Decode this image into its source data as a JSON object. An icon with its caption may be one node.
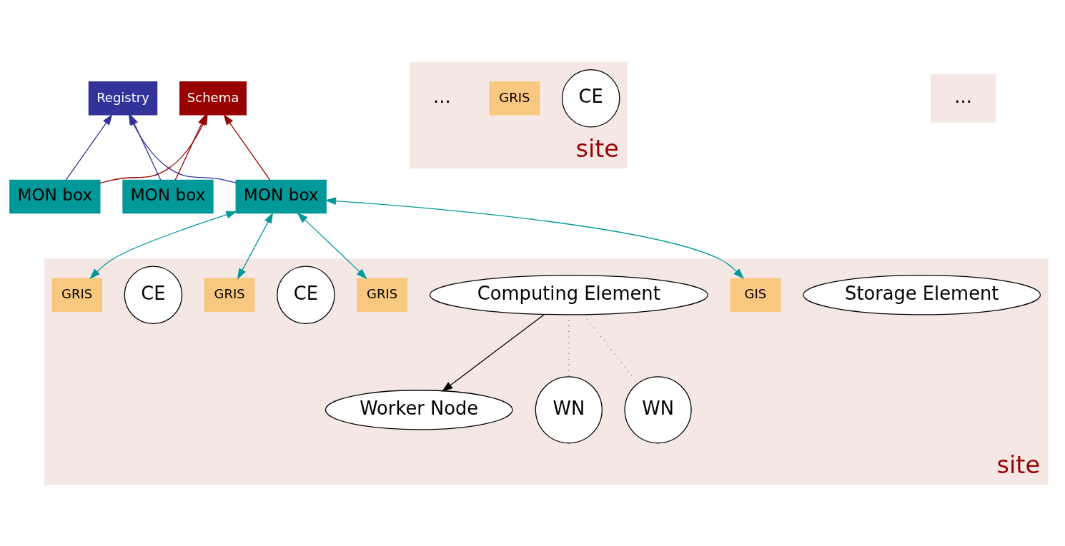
{
  "diagram": {
    "nodes": [
      {
        "text": [
          "Registry"
        ]
      },
      {
        "text": [
          "Schema"
        ]
      },
      {
        "text": [
          "site"
        ]
      },
      {
        "text": [
          "MON box"
        ]
      },
      {
        "text": [
          "Storage Element"
        ],
        "in": 2
      },
      {
        "text": [
          "GIS"
        ],
        "in": 2
      },
      {
        "text": [
          "Computing Element"
        ],
        "in": 2
      },
      {
        "text": [
          "GRIS"
        ],
        "in": 2
      },
      {
        "text": [
          "CE"
        ],
        "in": 2
      },
      {
        "text": [
          "GRIS"
        ],
        "in": 2
      },
      {
        "text": [
          "CE"
        ],
        "in": 2
      },
      {
        "text": [
          "GRIS"
        ],
        "in": 2
      },
      {
        "text": [
          "Worker Node"
        ],
        "in": 2
      },
      {
        "text": [
          "WN"
        ],
        "in": 2
      },
      {
        "text": [
          "WN"
        ],
        "in": 2
      },
      {
        "text": [
          "site"
        ]
      },
      {
        "text": [
          "MON box"
        ]
      },
      {
        "text": [
          "CE"
        ],
        "in": 15
      },
      {
        "text": [
          "GRIS"
        ],
        "in": 15
      },
      {
        "text": [],
        "shape": "box"
      },
      {
        "text": [
          "MON box"
        ]
      }
    ],
    "edges": [
      {
        "from": 3,
        "to": 0,
        "arrow": "to",
        "color": "#333399"
      },
      {
        "from": 3,
        "to": 1,
        "arrow": "to",
        "color": "#990000"
      },
      {
        "from": 16,
        "to": 0,
        "arrow": "to",
        "color": "#333399"
      },
      {
        "from": 16,
        "to": 1,
        "arrow": "to",
        "color": "#990000"
      },
      {
        "from": 20,
        "to": 0,
        "arrow": "to",
        "color": "#333399"
      },
      {
        "from": 20,
        "to": 1,
        "arrow": "to",
        "color": "#990000"
      },
      {
        "from": 3,
        "to": 5,
        "arrow": "both",
        "color": "#009999"
      },
      {
        "from": 3,
        "to": 7,
        "arrow": "both",
        "color": "#009999"
      },
      {
        "from": 3,
        "to": 9,
        "arrow": "both",
        "color": "#009999"
      },
      {
        "from": 3,
        "to": 11,
        "arrow": "both",
        "color": "#009999"
      },
      {
        "from": 6,
        "to": 12,
        "arrow": "to",
        "color": "#000000"
      },
      {
        "from": 6,
        "to": 13,
        "arrow": "none",
        "style": "dashed",
        "color": "#808080"
      },
      {
        "from": 6,
        "to": 14,
        "arrow": "none",
        "style": "dashed",
        "color": "#808080"
      }
    ],
    "labels": [
      "...",
      "..."
    ]
  }
}
